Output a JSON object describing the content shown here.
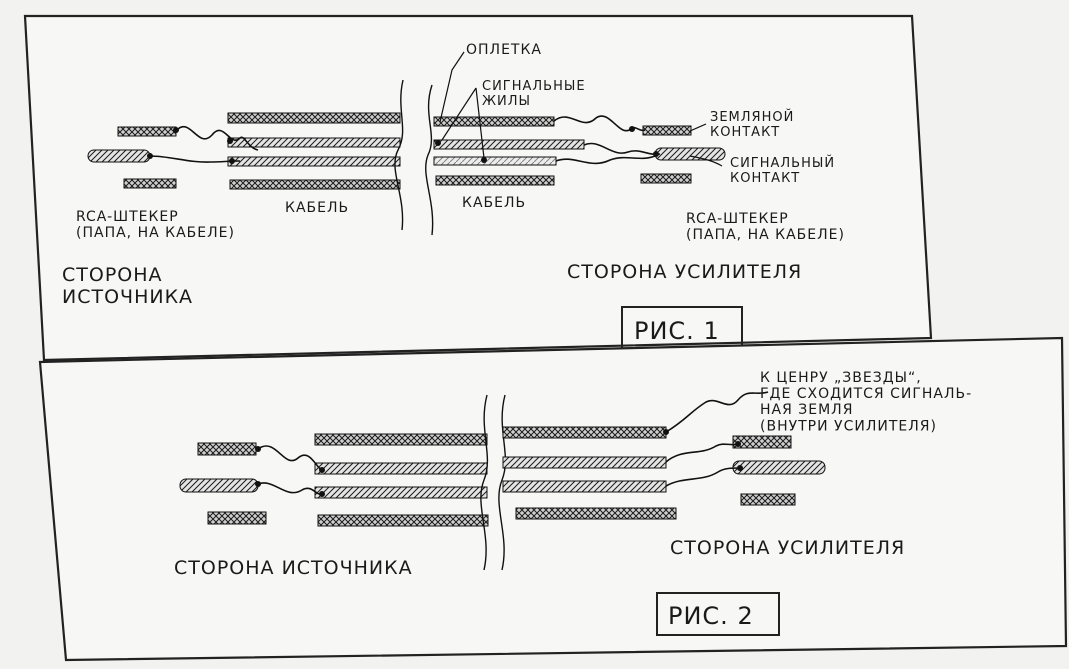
{
  "fig1": {
    "label_braid": "ОПЛЕТКА",
    "label_signal_cores": "СИГНАЛЬНЫЕ\nЖИЛЫ",
    "label_ground_contact": "ЗЕМЛЯНОЙ\nКОНТАКТ",
    "label_signal_contact": "СИГНАЛЬНЫЙ\nКОНТАКТ",
    "label_rca_left": "RCA-ШТЕКЕР\n(ПАПА, НА КАБЕЛЕ)",
    "label_rca_right": "RCA-ШТЕКЕР\n(ПАПА, НА КАБЕЛЕ)",
    "label_cable_left": "КАБЕЛЬ",
    "label_cable_right": "КАБЕЛЬ",
    "label_source_side": "СТОРОНА\nИСТОЧНИКА",
    "label_amp_side": "СТОРОНА УСИЛИТЕЛЯ",
    "caption": "РИС. 1"
  },
  "fig2": {
    "label_star_ground": "К ЦЕНРУ „ЗВЕЗДЫ“,\nГДЕ СХОДИТСЯ СИГНАЛЬ-\nНАЯ ЗЕМЛЯ\n(ВНУТРИ УСИЛИТЕЛЯ)",
    "label_source_side": "СТОРОНА ИСТОЧНИКА",
    "label_amp_side": "СТОРОНА УСИЛИТЕЛЯ",
    "caption": "РИС. 2"
  },
  "colors": {
    "ink": "#111111",
    "paper": "#f7f7f5",
    "background": "#d9d9d9"
  }
}
